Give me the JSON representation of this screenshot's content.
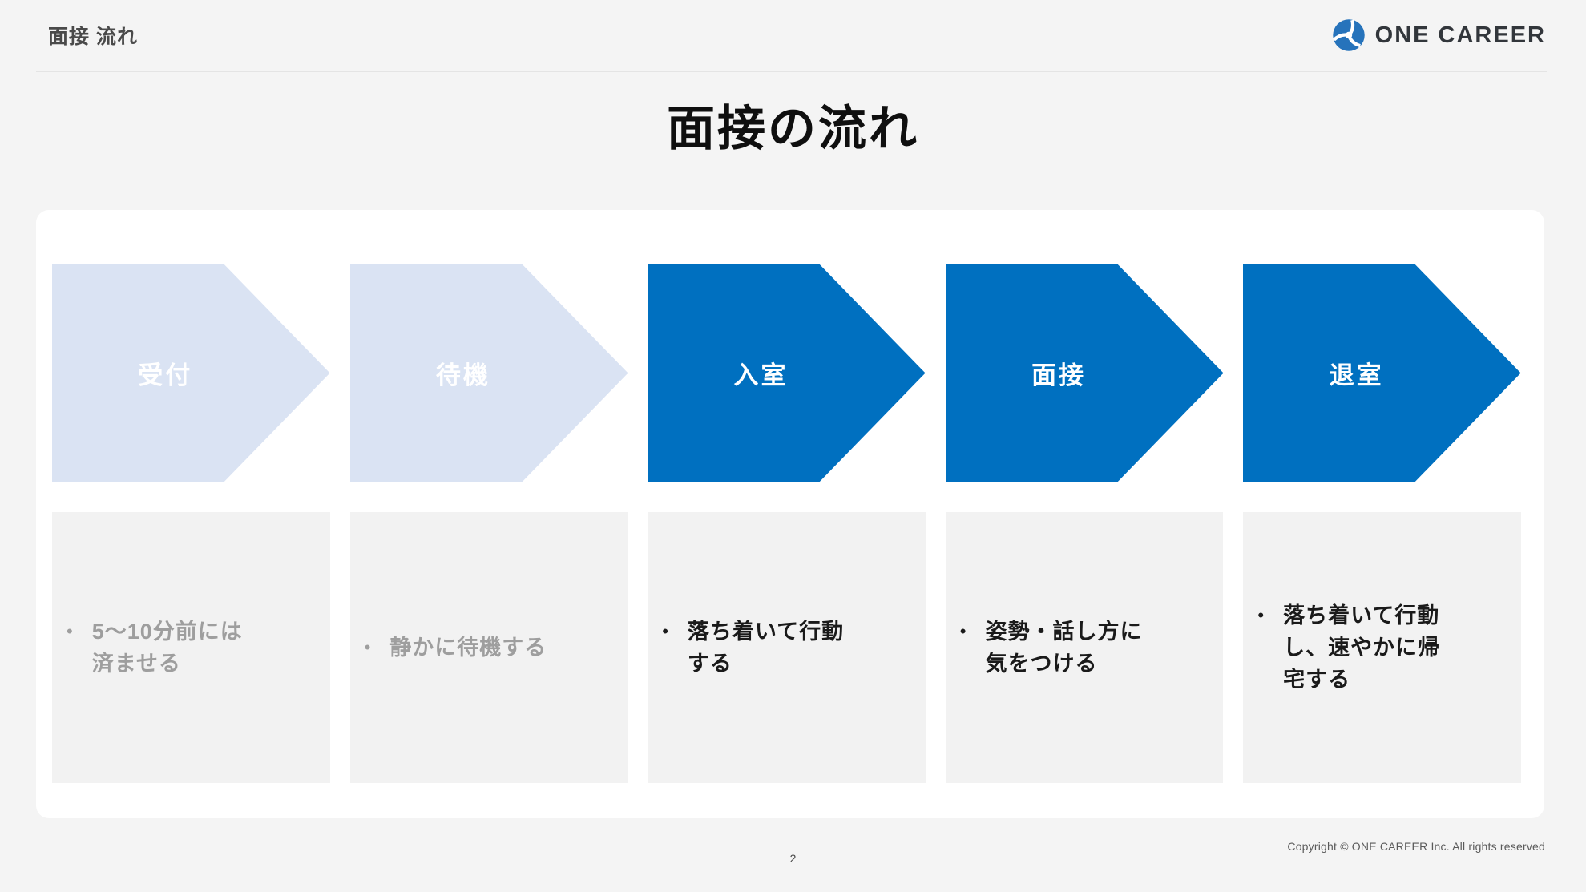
{
  "header": {
    "title": "面接 流れ",
    "brand": "ONE CAREER"
  },
  "slide": {
    "title": "面接の流れ",
    "bullet_char": "•",
    "steps": [
      {
        "label": "受付",
        "state": "inactive",
        "note": "5〜10分前には\n済ませる"
      },
      {
        "label": "待機",
        "state": "inactive",
        "note": "静かに待機する"
      },
      {
        "label": "入室",
        "state": "active",
        "note": "落ち着いて行動\nする"
      },
      {
        "label": "面接",
        "state": "active",
        "note": "姿勢・話し方に\n気をつける"
      },
      {
        "label": "退室",
        "state": "active",
        "note": "落ち着いて行動\nし、速やかに帰\n宅する"
      }
    ]
  },
  "footer": {
    "copyright": "Copyright © ONE CAREER Inc. All rights reserved",
    "page_number": "2"
  },
  "colors": {
    "step_active_blue": "#0070C0",
    "step_inactive_blue": "#DAE3F3",
    "logo_blue": "#2673BB",
    "note_box_gray": "#F2F2F2",
    "page_background": "#F4F4F4"
  }
}
